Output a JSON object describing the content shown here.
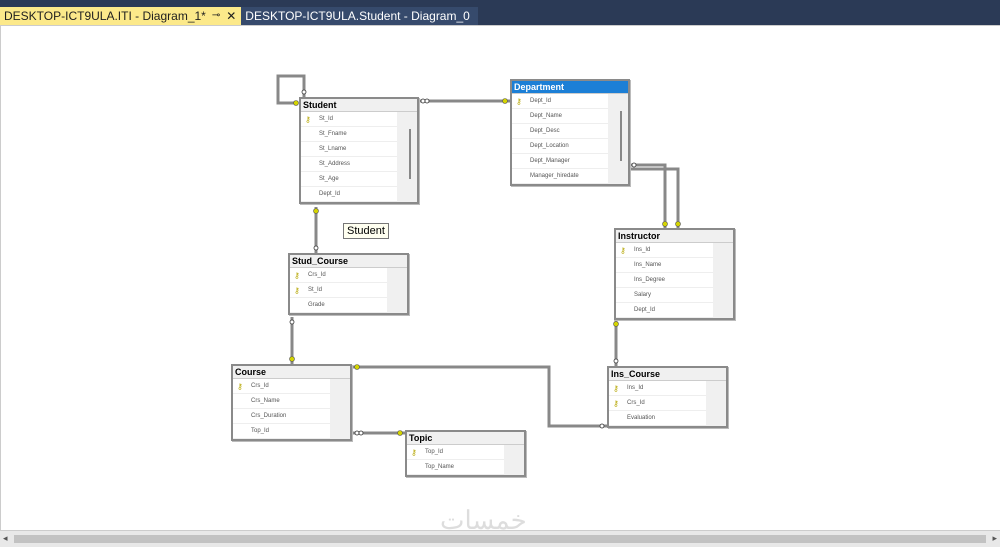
{
  "tabs": [
    {
      "label": "DESKTOP-ICT9ULA.ITI - Diagram_1*",
      "pin": "⊸",
      "close": "✕"
    },
    {
      "label": "DESKTOP-ICT9ULA.Student - Diagram_0"
    }
  ],
  "tooltip": "Student",
  "watermark": "خمسات",
  "tables": [
    {
      "name": "Student",
      "rows": [
        {
          "n": "St_Id",
          "k": true
        },
        {
          "n": "St_Fname"
        },
        {
          "n": "St_Lname"
        },
        {
          "n": "St_Address"
        },
        {
          "n": "St_Age"
        },
        {
          "n": "Dept_Id"
        }
      ],
      "scroll": true
    },
    {
      "name": "Department",
      "selected": true,
      "rows": [
        {
          "n": "Dept_Id",
          "k": true
        },
        {
          "n": "Dept_Name"
        },
        {
          "n": "Dept_Desc"
        },
        {
          "n": "Dept_Location"
        },
        {
          "n": "Dept_Manager"
        },
        {
          "n": "Manager_hiredate"
        }
      ],
      "scroll": true
    },
    {
      "name": "Instructor",
      "rows": [
        {
          "n": "Ins_Id",
          "k": true
        },
        {
          "n": "Ins_Name"
        },
        {
          "n": "Ins_Degree"
        },
        {
          "n": "Salary"
        },
        {
          "n": "Dept_Id"
        }
      ]
    },
    {
      "name": "Stud_Course",
      "rows": [
        {
          "n": "Crs_Id",
          "k": true
        },
        {
          "n": "St_Id",
          "k": true
        },
        {
          "n": "Grade"
        }
      ]
    },
    {
      "name": "Course",
      "rows": [
        {
          "n": "Crs_Id",
          "k": true
        },
        {
          "n": "Crs_Name"
        },
        {
          "n": "Crs_Duration"
        },
        {
          "n": "Top_Id"
        }
      ]
    },
    {
      "name": "Ins_Course",
      "rows": [
        {
          "n": "Ins_Id",
          "k": true
        },
        {
          "n": "Crs_Id",
          "k": true
        },
        {
          "n": "Evaluation"
        }
      ]
    },
    {
      "name": "Topic",
      "rows": [
        {
          "n": "Top_Id",
          "k": true
        },
        {
          "n": "Top_Name"
        }
      ]
    }
  ],
  "icons": {
    "key": "key-icon",
    "scroll_left": "◂",
    "scroll_right": "▸"
  }
}
